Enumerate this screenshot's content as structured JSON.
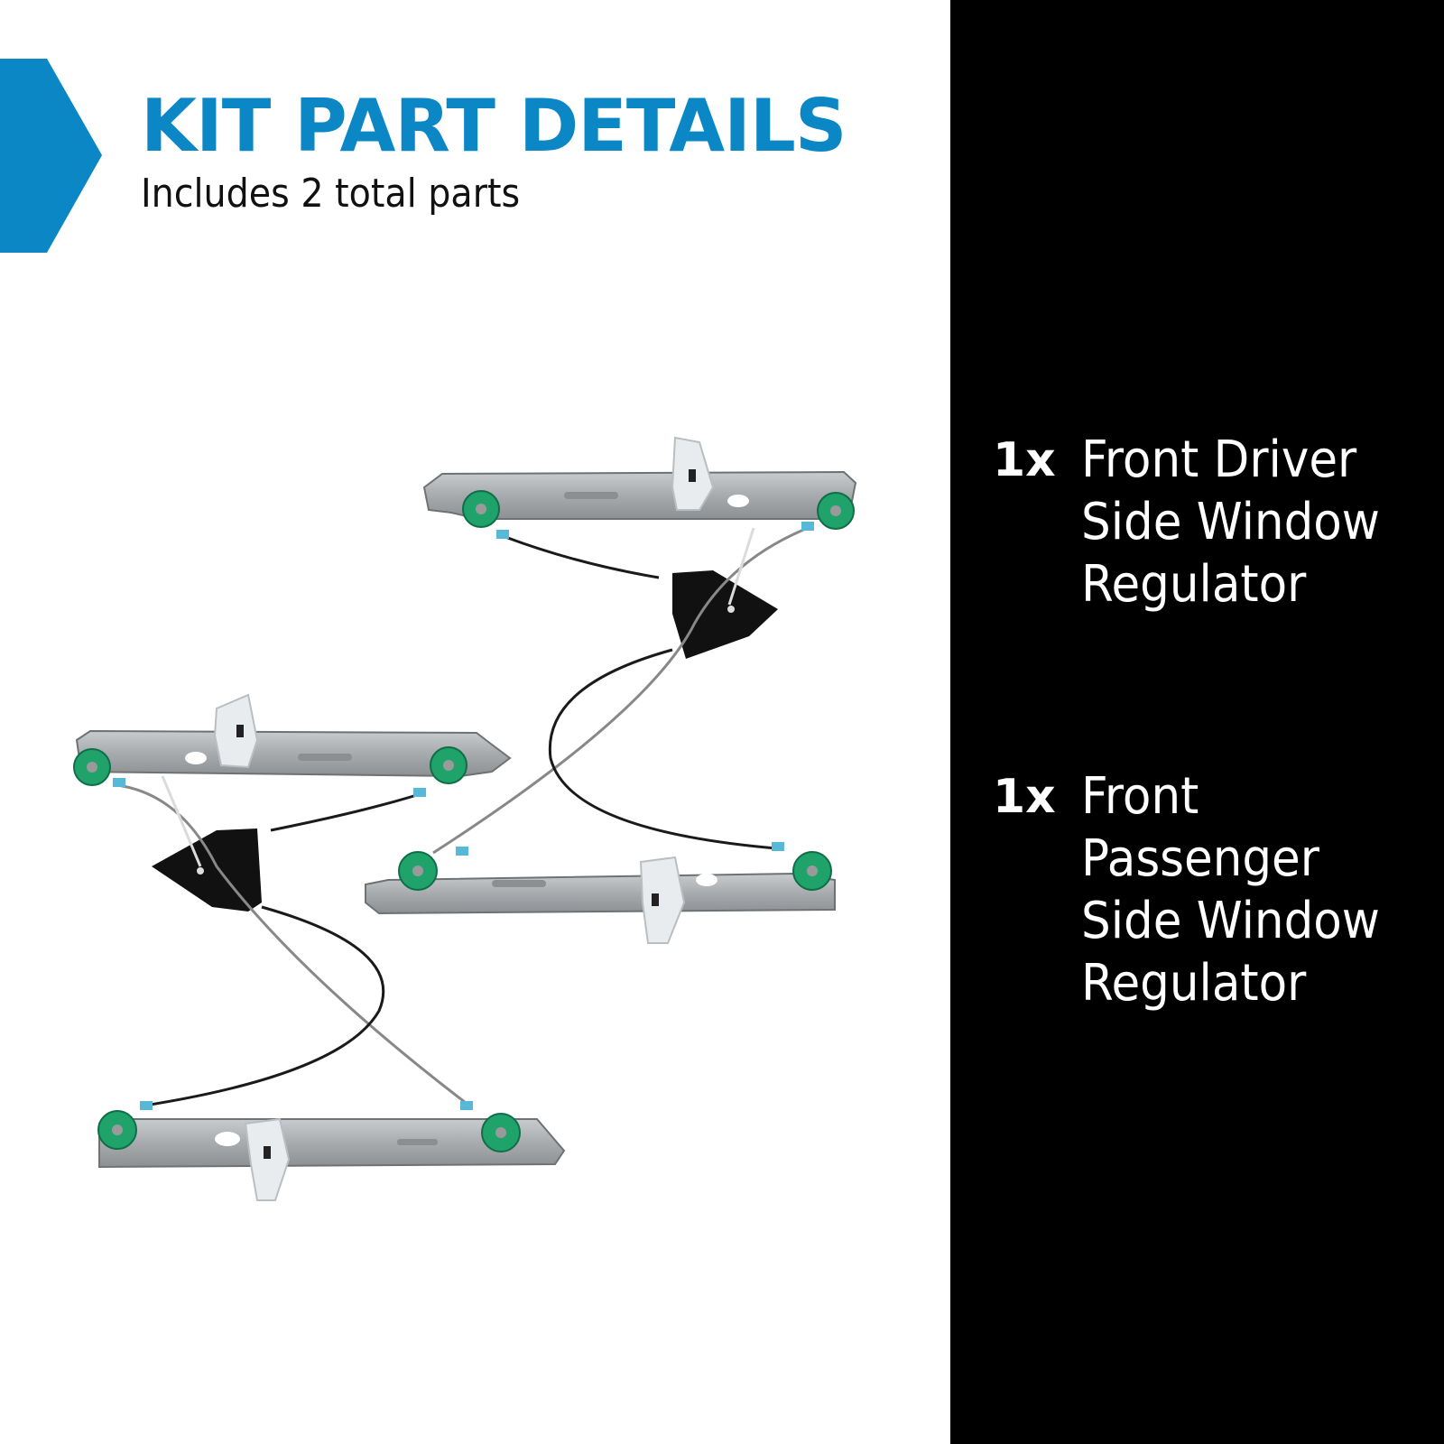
{
  "header": {
    "title": "KIT PART DETAILS",
    "subtitle": "Includes 2 total parts"
  },
  "colors": {
    "accent_blue": "#0b87c6",
    "right_panel": "#000000",
    "left_panel": "#ffffff",
    "pulley_green": "#1fa36b",
    "cable_clip_blue": "#58b8d8"
  },
  "image": {
    "description": "Two window regulators with cables, green pulleys, white glass clips and black motor mount plates",
    "icon": "window-regulator-illustration"
  },
  "parts": [
    {
      "qty": "1x",
      "name_lines": [
        "Front Driver",
        "Side Window",
        "Regulator"
      ]
    },
    {
      "qty": "1x",
      "name_lines": [
        "Front",
        "Passenger",
        "Side Window",
        "Regulator"
      ]
    }
  ]
}
